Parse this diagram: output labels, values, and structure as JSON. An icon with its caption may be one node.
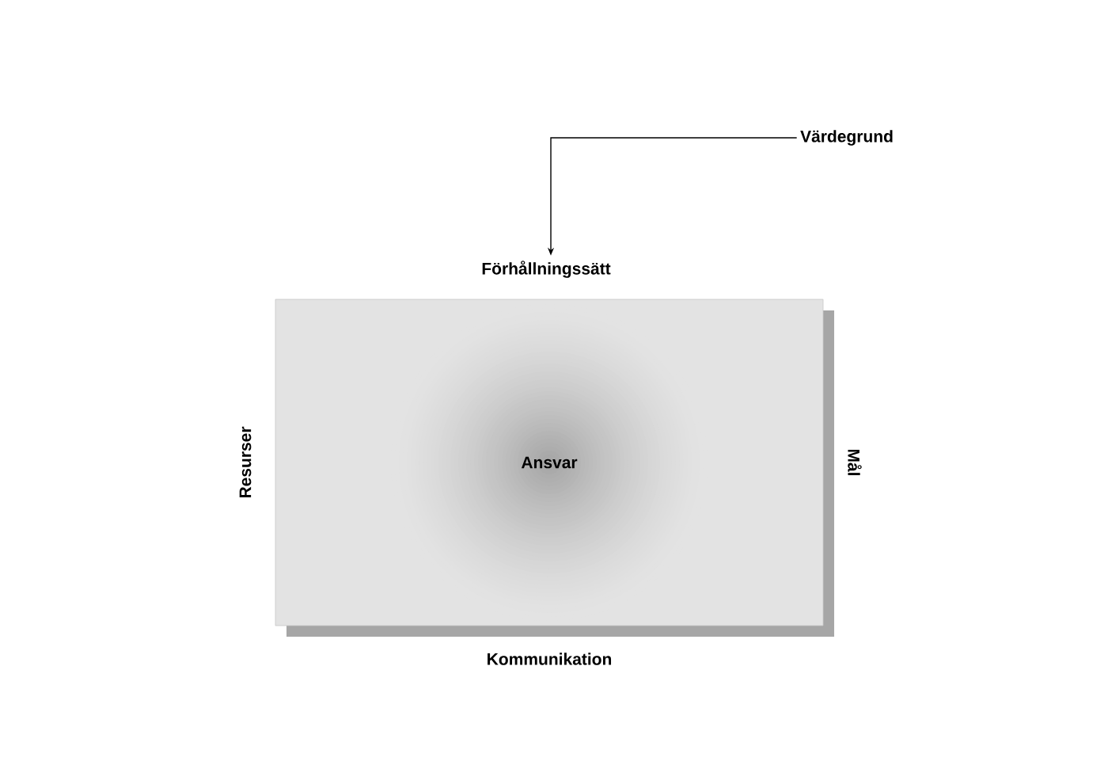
{
  "diagram": {
    "nodes": [
      {
        "text": [
          "Värdegrund"
        ]
      },
      {
        "text": [
          "Förhållningssätt"
        ]
      },
      {
        "text": [
          "Ansvar",
          "Resurser",
          "Mål",
          "Kommunikation"
        ]
      }
    ],
    "edges": [
      {
        "from": 0,
        "to": 1,
        "arrow": "to"
      }
    ]
  }
}
